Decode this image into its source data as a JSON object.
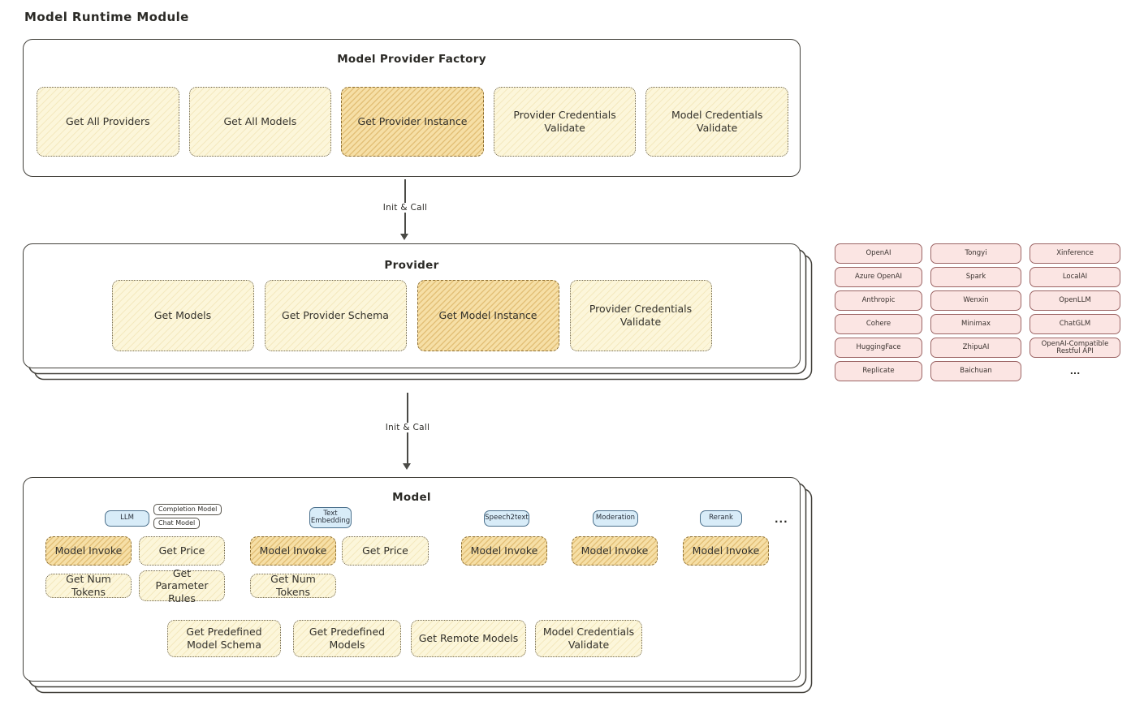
{
  "page_title": "Model Runtime Module",
  "colors": {
    "box_yellow": "#fcf6da",
    "box_orange_highlight": "#f6dfa6",
    "vendor_pink": "#fbe5e3",
    "badge_blue": "#d8ecf8",
    "stroke": "#43413b"
  },
  "factory": {
    "title": "Model Provider Factory",
    "items": [
      {
        "label": "Get All Providers"
      },
      {
        "label": "Get All Models"
      },
      {
        "label": "Get Provider Instance"
      },
      {
        "label": "Provider Credentials Validate"
      },
      {
        "label": "Model Credentials Validate"
      }
    ]
  },
  "arrow1_label": "Init & Call",
  "arrow2_label": "Init & Call",
  "provider": {
    "title": "Provider",
    "items": [
      {
        "label": "Get Models"
      },
      {
        "label": "Get Provider Schema"
      },
      {
        "label": "Get Model Instance"
      },
      {
        "label": "Provider Credentials Validate"
      }
    ]
  },
  "vendors": {
    "col1": [
      "OpenAI",
      "Azure OpenAI",
      "Anthropic",
      "Cohere",
      "HuggingFace",
      "Replicate"
    ],
    "col2": [
      "Tongyi",
      "Spark",
      "Wenxin",
      "Minimax",
      "ZhipuAI",
      "Baichuan"
    ],
    "col3": [
      "Xinference",
      "LocalAI",
      "OpenLLM",
      "ChatGLM",
      "OpenAI-Compatible Restful API"
    ],
    "more": "..."
  },
  "model": {
    "title": "Model",
    "badges": {
      "llm": "LLM",
      "completion": "Completion Model",
      "chat": "Chat Model",
      "text_embedding": "Text Embedding",
      "speech2text": "Speech2text",
      "moderation": "Moderation",
      "rerank": "Rerank",
      "more": "..."
    },
    "llm_ops": [
      "Model Invoke",
      "Get Price",
      "Get Num Tokens",
      "Get Parameter Rules"
    ],
    "embedding_ops": [
      "Model Invoke",
      "Get Price",
      "Get Num Tokens"
    ],
    "speech2text_ops": [
      "Model Invoke"
    ],
    "moderation_ops": [
      "Model Invoke"
    ],
    "rerank_ops": [
      "Model Invoke"
    ],
    "common_ops": [
      "Get Predefined Model Schema",
      "Get Predefined Models",
      "Get Remote Models",
      "Model Credentials Validate"
    ]
  }
}
